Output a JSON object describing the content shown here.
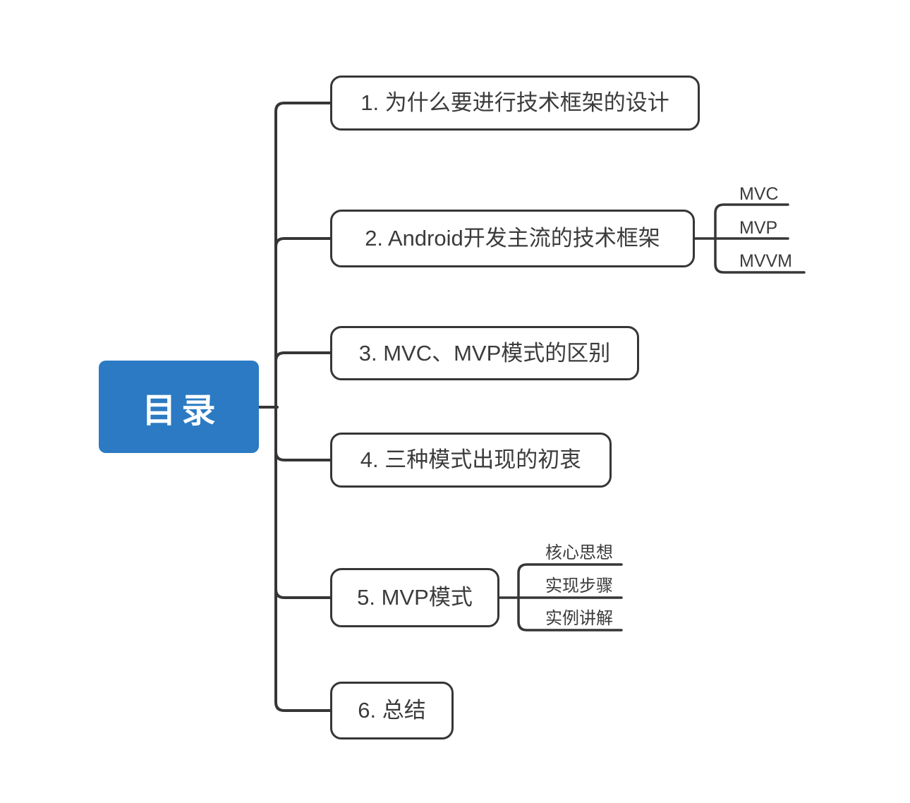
{
  "mindmap": {
    "root": {
      "label": "目录"
    },
    "nodes": [
      {
        "label": "1. 为什么要进行技术框架的设计",
        "children": []
      },
      {
        "label": "2. Android开发主流的技术框架",
        "children": [
          "MVC",
          "MVP",
          "MVVM"
        ]
      },
      {
        "label": "3. MVC、MVP模式的区别",
        "children": []
      },
      {
        "label": "4. 三种模式出现的初衷",
        "children": []
      },
      {
        "label": "5. MVP模式",
        "children": [
          "核心思想",
          "实现步骤",
          "实例讲解"
        ]
      },
      {
        "label": "6. 总结",
        "children": []
      }
    ]
  },
  "colors": {
    "line": "#363636",
    "text": "#3b3b3b",
    "node_bg": "#ffffff",
    "root_bg": "#2b7ac3",
    "root_text": "#ffffff",
    "canvas_bg": "#ffffff"
  }
}
